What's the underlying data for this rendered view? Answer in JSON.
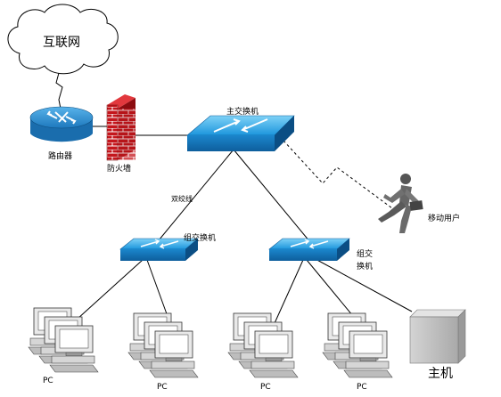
{
  "nodes": {
    "internet": {
      "label": "互联网"
    },
    "router": {
      "label": "路由器"
    },
    "firewall": {
      "label": "防火墙"
    },
    "main_switch": {
      "label": "主交换机"
    },
    "mobile_user": {
      "label": "移动用户"
    },
    "twisted_pair": {
      "label": "双绞线"
    },
    "group_switch_left": {
      "label": "组交换机"
    },
    "group_switch_right": {
      "label_line1": "组交",
      "label_line2": "换机"
    },
    "host": {
      "label": "主机"
    },
    "pc_groups": [
      {
        "label": "PC"
      },
      {
        "label": "PC"
      },
      {
        "label": "PC"
      },
      {
        "label": "PC"
      }
    ]
  },
  "colors": {
    "switch_blue": "#1a8fd6",
    "switch_light": "#5fc0f0",
    "router_blue": "#1e7fc0",
    "firewall_red": "#c0161b",
    "host_gray": "#c8c8c8"
  }
}
